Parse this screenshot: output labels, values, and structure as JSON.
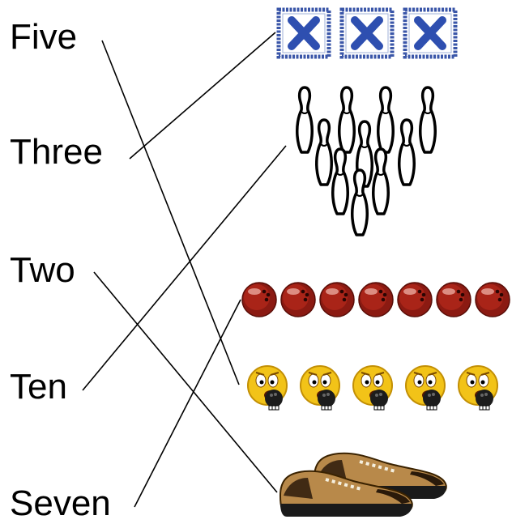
{
  "worksheet": {
    "words": [
      "Five",
      "Three",
      "Two",
      "Ten",
      "Seven"
    ],
    "pictures": [
      {
        "name": "x-boxes",
        "count": 3,
        "icon": "x-box-icon"
      },
      {
        "name": "bowling-pins",
        "count": 10,
        "icon": "bowling-pin-icon"
      },
      {
        "name": "bowling-balls",
        "count": 7,
        "icon": "bowling-ball-icon"
      },
      {
        "name": "emoji-faces",
        "count": 5,
        "icon": "emoji-bowling-face-icon"
      },
      {
        "name": "bowling-shoes",
        "count": 2,
        "icon": "bowling-shoe-icon"
      }
    ],
    "matches": [
      {
        "word": "Five",
        "picture": "emoji-faces"
      },
      {
        "word": "Three",
        "picture": "x-boxes"
      },
      {
        "word": "Two",
        "picture": "bowling-shoes"
      },
      {
        "word": "Ten",
        "picture": "bowling-pins"
      },
      {
        "word": "Seven",
        "picture": "bowling-balls"
      }
    ],
    "colors": {
      "text": "#000000",
      "x_box_border": "#3a56a8",
      "x_mark": "#2e4fb0",
      "ball": "#8b1a12",
      "face": "#f2c318",
      "shoe_upper": "#b8894a",
      "shoe_sole": "#1a1a1a"
    }
  }
}
